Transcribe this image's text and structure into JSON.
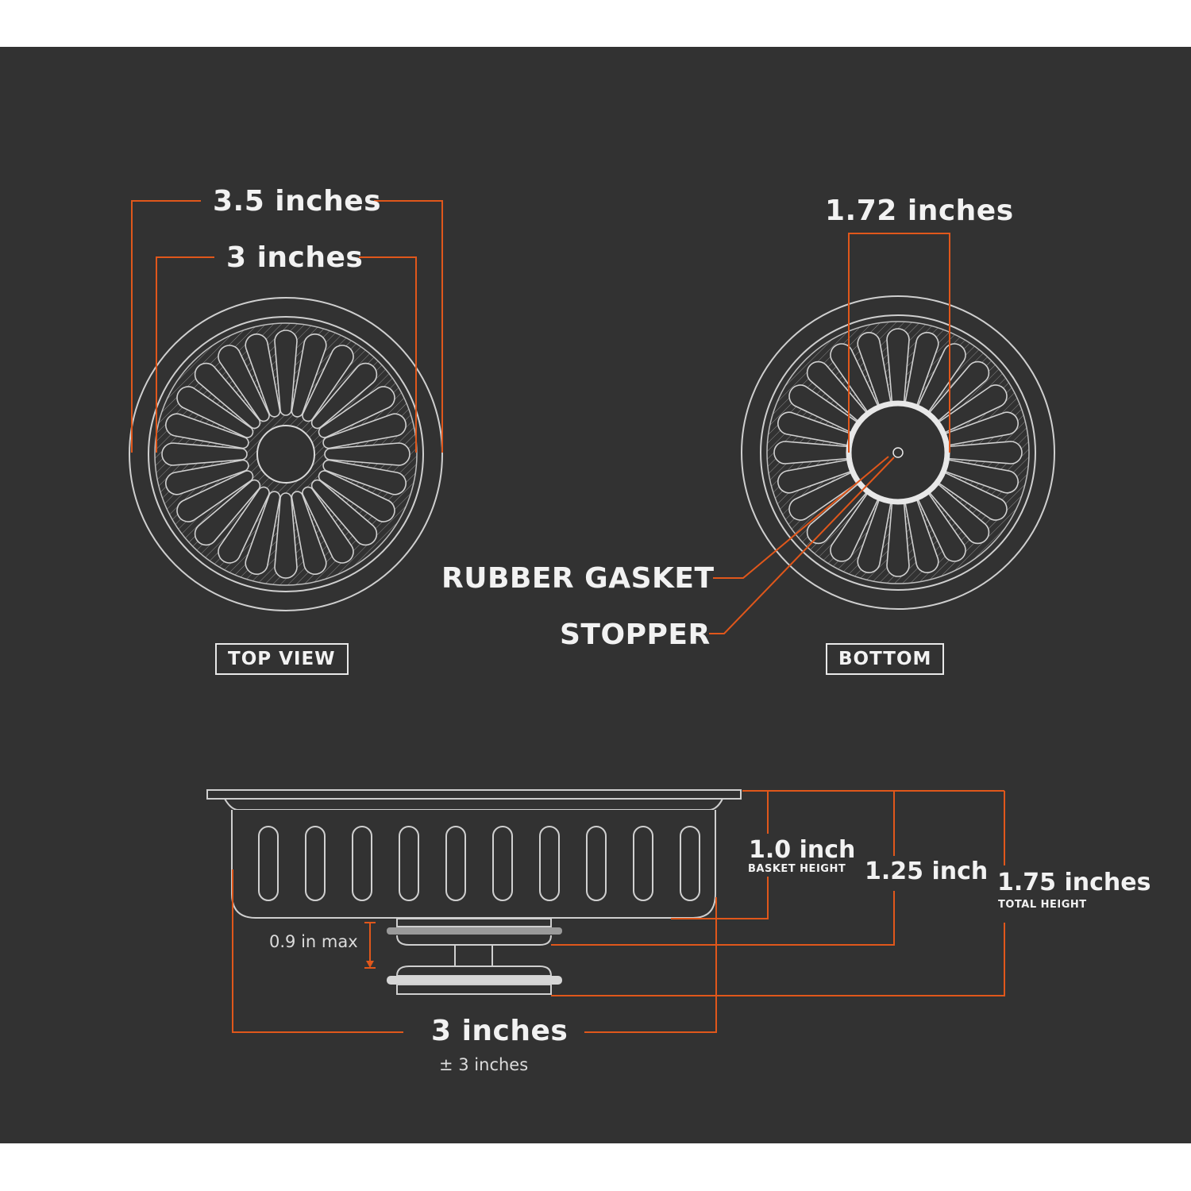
{
  "colors": {
    "background": "#323232",
    "accent": "#e0571b",
    "line": "#cfcfcf",
    "text": "#f2f2f2"
  },
  "labels": {
    "top_outer_width": "3.5 inches",
    "top_inner_width": "3 inches",
    "top_view": "TOP VIEW",
    "bottom_stopper_width": "1.72 inches",
    "bottom_view": "BOTTOM",
    "rubber_gasket": "RUBBER GASKET",
    "stopper": "STOPPER",
    "basket_height": "1.0 inch",
    "basket_height_caption": "BASKET HEIGHT",
    "height_125": "1.25 inch",
    "total_height": "1.75 inches",
    "total_height_caption": "TOTAL HEIGHT",
    "stopper_travel": "0.9 in max",
    "side_width": "3 inches",
    "side_width_tolerance": "± 3 inches"
  }
}
